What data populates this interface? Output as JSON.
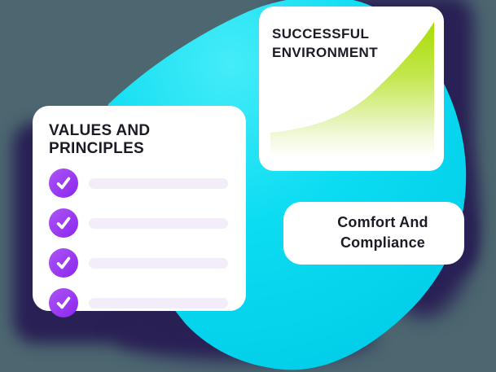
{
  "illustration": {
    "description_style": "marketing-infographic",
    "values_card": {
      "title": "VALUES AND PRINCIPLES",
      "items": [
        {
          "checked": true,
          "label": ""
        },
        {
          "checked": true,
          "label": ""
        },
        {
          "checked": true,
          "label": ""
        },
        {
          "checked": true,
          "label": ""
        }
      ],
      "icon": "check-icon"
    },
    "environment_card": {
      "title_line1": "SUCCESSFUL",
      "title_line2": "ENVIRONMENT"
    },
    "comfort_card": {
      "title_line1": "Comfort And",
      "title_line2": "Compliance"
    }
  },
  "chart_data": {
    "type": "area",
    "title": "SUCCESSFUL ENVIRONMENT",
    "shape": "exponential-growth",
    "x": [
      0,
      1,
      2,
      3,
      4,
      5,
      6,
      7,
      8
    ],
    "values": [
      0.18,
      0.2,
      0.24,
      0.3,
      0.4,
      0.53,
      0.68,
      0.85,
      1.0
    ],
    "xlabel": "",
    "ylabel": "",
    "axes_visible": false,
    "grid": false,
    "legend": null,
    "fill_gradient_top": "#A8DC05",
    "fill_gradient_bottom": "#FFFFFF"
  },
  "palette": {
    "background_slate": "#4C6770",
    "shadow_indigo": "#292055",
    "blob_cyan_light": "#45ECF8",
    "blob_cyan_deep": "#00CBE7",
    "card_white": "#FFFFFF",
    "check_purple_light": "#A950F6",
    "check_purple_dark": "#8C28EE",
    "placeholder_lavender": "#F3EDFA",
    "chart_lime": "#A8DC05",
    "text_dark": "#1B1B26"
  }
}
